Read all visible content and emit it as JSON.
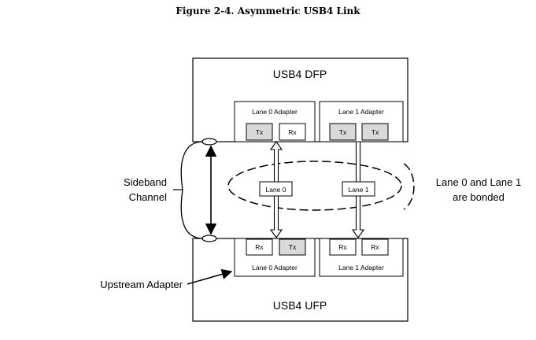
{
  "figure_title": "Figure 2-4.  Asymmetric USB4 Link",
  "dfp": {
    "title": "USB4 DFP",
    "adapter0": {
      "label": "Lane 0 Adapter",
      "ports": [
        "Tx",
        "Rx"
      ]
    },
    "adapter1": {
      "label": "Lane 1 Adapter",
      "ports": [
        "Tx",
        "Tx"
      ]
    }
  },
  "ufp": {
    "title": "USB4 UFP",
    "adapter0": {
      "label": "Lane 0 Adapter",
      "ports": [
        "Rx",
        "Tx"
      ]
    },
    "adapter1": {
      "label": "Lane 1 Adapter",
      "ports": [
        "Rx",
        "Rx"
      ]
    }
  },
  "lanes": {
    "lane0": "Lane 0",
    "lane1": "Lane 1"
  },
  "sideband_label": [
    "Sideband",
    "Channel"
  ],
  "upstream_adapter_label": "Upstream Adapter",
  "bonded_label": [
    "Lane 0 and Lane 1",
    "are bonded"
  ],
  "colors": {
    "tx_fill": "#d9d9d9",
    "rx_fill": "#ffffff",
    "stroke": "#000000"
  }
}
